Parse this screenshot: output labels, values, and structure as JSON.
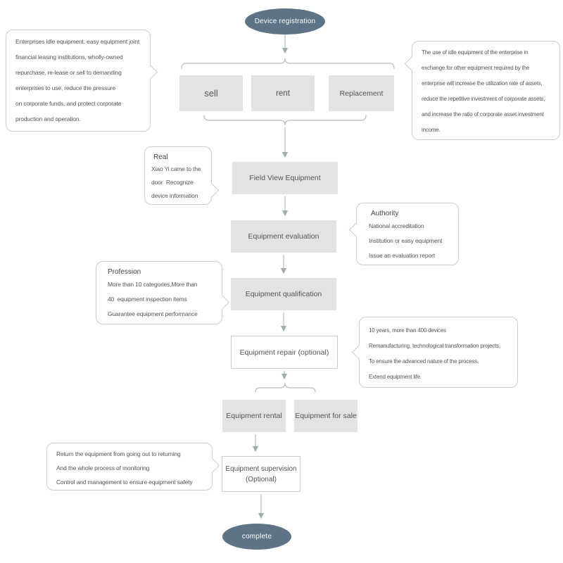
{
  "terminals": {
    "start": "Device registration",
    "end": "complete"
  },
  "options": {
    "sell": "sell",
    "rent": "rent",
    "replacement": "Replacement"
  },
  "steps": {
    "field_view": "Field View Equipment",
    "evaluation": "Equipment evaluation",
    "qualification": "Equipment qualification",
    "repair": "Equipment repair (optional)",
    "rental": "Equipment rental",
    "for_sale": "Equipment for sale",
    "supervision": "Equipment supervision",
    "supervision_sub": "(Optional)"
  },
  "callouts": {
    "idle_equipment": {
      "lines": [
        "Enterprises idle equipment, easy equipment joint",
        "financial leasing institutions, wholly-owned",
        "repurchase, re-lease or sell to demanding",
        "enterprises to use, reduce the pressure",
        "on corporate funds, and protect corporate",
        "production and operation."
      ]
    },
    "replacement_benefit": {
      "lines": [
        "The use of idle equipment of the enterprise in",
        "exchange for other equipment required by the",
        "enterprise will increase the utilization rate of assets,",
        "reduce the repetitive investment of corporate assets,",
        "and increase the ratio of corporate asset investment",
        "income."
      ]
    },
    "real": {
      "title": "Real",
      "lines": [
        "Xiao Yi came to the",
        "door  Recognize",
        "device information"
      ]
    },
    "authority": {
      "title": "Authority",
      "lines": [
        "National accreditation",
        "Institution or easy equipment",
        "Issue an evaluation report"
      ]
    },
    "profession": {
      "title": "Profession",
      "lines": [
        "More than 10 categories,More than",
        "40  equipment inspection items",
        "Guarantee equipment performance"
      ]
    },
    "repair_experience": {
      "lines": [
        "10 years, more than 400 devices",
        "Remanufacturing, technological transformation projects,",
        "To ensure the advanced nature of the process,",
        "Extend equipment life."
      ]
    },
    "supervision_note": {
      "lines": [
        "Return the equipment from going out to returning",
        "And the whole process of monitoring",
        "Control and management to ensure equipment safety"
      ]
    }
  },
  "colors": {
    "terminal_fill": "#5e7486",
    "terminal_text": "#ffffff",
    "node_fill": "#e3e3e3",
    "node_text": "#555555",
    "callout_border": "#cccccc",
    "callout_text": "#555555",
    "connector": "#b3bcc2",
    "connector_head": "#9fadb5"
  }
}
